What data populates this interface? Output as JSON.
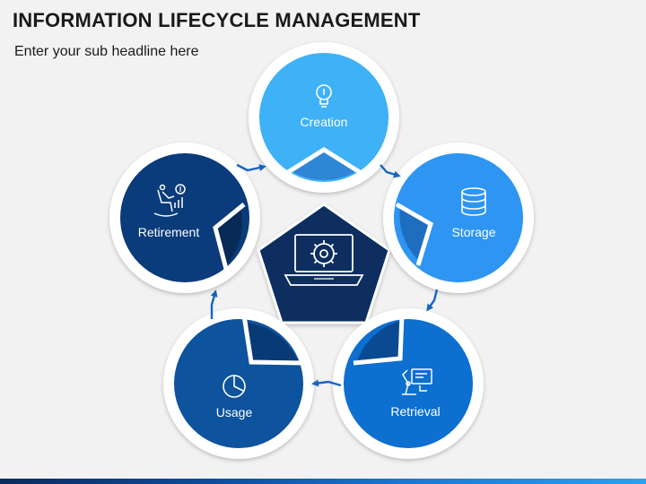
{
  "title": "INFORMATION LIFECYCLE MANAGEMENT",
  "subtitle": "Enter your sub headline here",
  "center": {
    "icon": "laptop-gear-icon"
  },
  "stages": [
    {
      "label": "Creation",
      "icon": "lightbulb-icon",
      "color": "#3fb1f7"
    },
    {
      "label": "Storage",
      "icon": "database-icon",
      "color": "#2e95f2"
    },
    {
      "label": "Retrieval",
      "icon": "robot-arm-screen-icon",
      "color": "#0d6fcf"
    },
    {
      "label": "Usage",
      "icon": "pie-clock-icon",
      "color": "#0d539e"
    },
    {
      "label": "Retirement",
      "icon": "rocking-chair-icon",
      "color": "#0a3b7a"
    }
  ],
  "colors": {
    "center": "#0a2f5e",
    "arrow": "#1565c0",
    "outer_ring": "#ffffff"
  }
}
